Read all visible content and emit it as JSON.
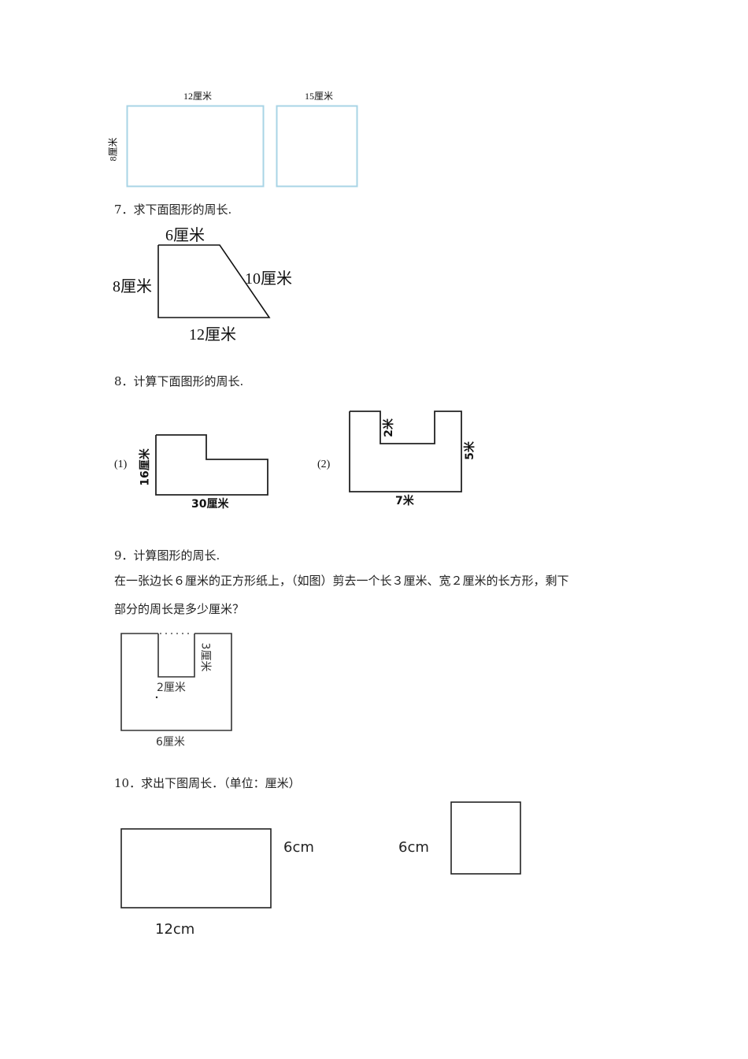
{
  "fig6": {
    "rect1_top_label": "12厘米",
    "rect1_side_label": "8厘米",
    "rect2_top_label": "15厘米",
    "stroke_color": "#a8d4e6"
  },
  "q7": {
    "title": "7．求下面图形的周长.",
    "top_label": "6厘米",
    "left_label": "8厘米",
    "slant_label": "10厘米",
    "bottom_label": "12厘米"
  },
  "q8": {
    "title": "8．计算下面图形的周长.",
    "part1": {
      "index": "(1)",
      "side_label": "16厘米",
      "bottom_label": "30厘米"
    },
    "part2": {
      "index": "(2)",
      "notch_label": "2米",
      "right_label": "5米",
      "bottom_label": "7米"
    }
  },
  "q9": {
    "title": "9．计算图形的周长.",
    "line1": "在一张边长６厘米的正方形纸上，（如图）剪去一个长３厘米、宽２厘米的长方形，剩下",
    "line2": "部分的周长是多少厘米？",
    "notch_height_label": "3厘米",
    "notch_width_label": "2厘米",
    "bottom_label": "6厘米"
  },
  "q10": {
    "title": "10．求出下图周长．（单位：厘米）",
    "rect_side_label": "6cm",
    "rect_bottom_label": "12cm",
    "square_label": "6cm"
  }
}
